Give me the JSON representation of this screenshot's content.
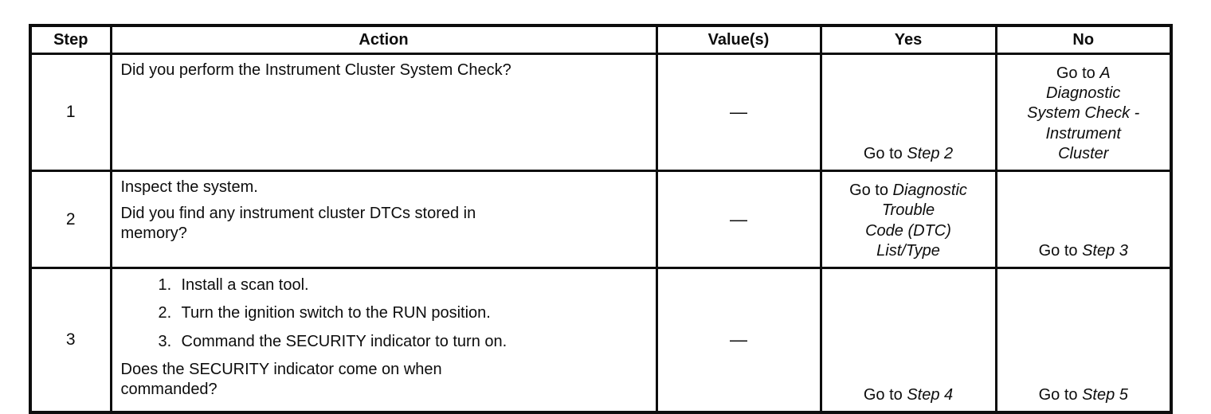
{
  "table": {
    "border_color": "#0d0d0d",
    "headers": [
      {
        "label": "Step"
      },
      {
        "label": "Action"
      },
      {
        "label": "Value(s)"
      },
      {
        "label": "Yes"
      },
      {
        "label": "No"
      }
    ],
    "rows": [
      {
        "step": "1",
        "action": [
          {
            "kind": "para",
            "text": "Did you perform the Instrument Cluster System Check?"
          }
        ],
        "value": "—",
        "yes": [
          {
            "text": "Go to "
          },
          {
            "text": "Step 2",
            "italic": true
          }
        ],
        "no": [
          {
            "text": "Go to "
          },
          {
            "text": "A\nDiagnostic\nSystem Check -\nInstrument\nCluster",
            "italic": true
          }
        ]
      },
      {
        "step": "2",
        "action": [
          {
            "kind": "para",
            "text": "Inspect the system."
          },
          {
            "kind": "para",
            "text": "Did you find any instrument cluster DTCs stored in\nmemory?"
          }
        ],
        "value": "—",
        "yes": [
          {
            "text": "Go to "
          },
          {
            "text": "Diagnostic\nTrouble\nCode (DTC)\nList/Type",
            "italic": true
          }
        ],
        "no": [
          {
            "text": "Go to "
          },
          {
            "text": "Step 3",
            "italic": true
          }
        ]
      },
      {
        "step": "3",
        "action": [
          {
            "kind": "list",
            "num": "1.",
            "text": "Install a scan tool."
          },
          {
            "kind": "list",
            "num": "2.",
            "text": "Turn the ignition switch to the RUN position."
          },
          {
            "kind": "list",
            "num": "3.",
            "text": "Command the SECURITY indicator to turn on."
          },
          {
            "kind": "para",
            "text": "Does the SECURITY indicator come on when\ncommanded?"
          }
        ],
        "value": "—",
        "yes": [
          {
            "text": "Go to "
          },
          {
            "text": "Step 4",
            "italic": true
          }
        ],
        "no": [
          {
            "text": "Go to "
          },
          {
            "text": "Step 5",
            "italic": true
          }
        ]
      }
    ]
  }
}
